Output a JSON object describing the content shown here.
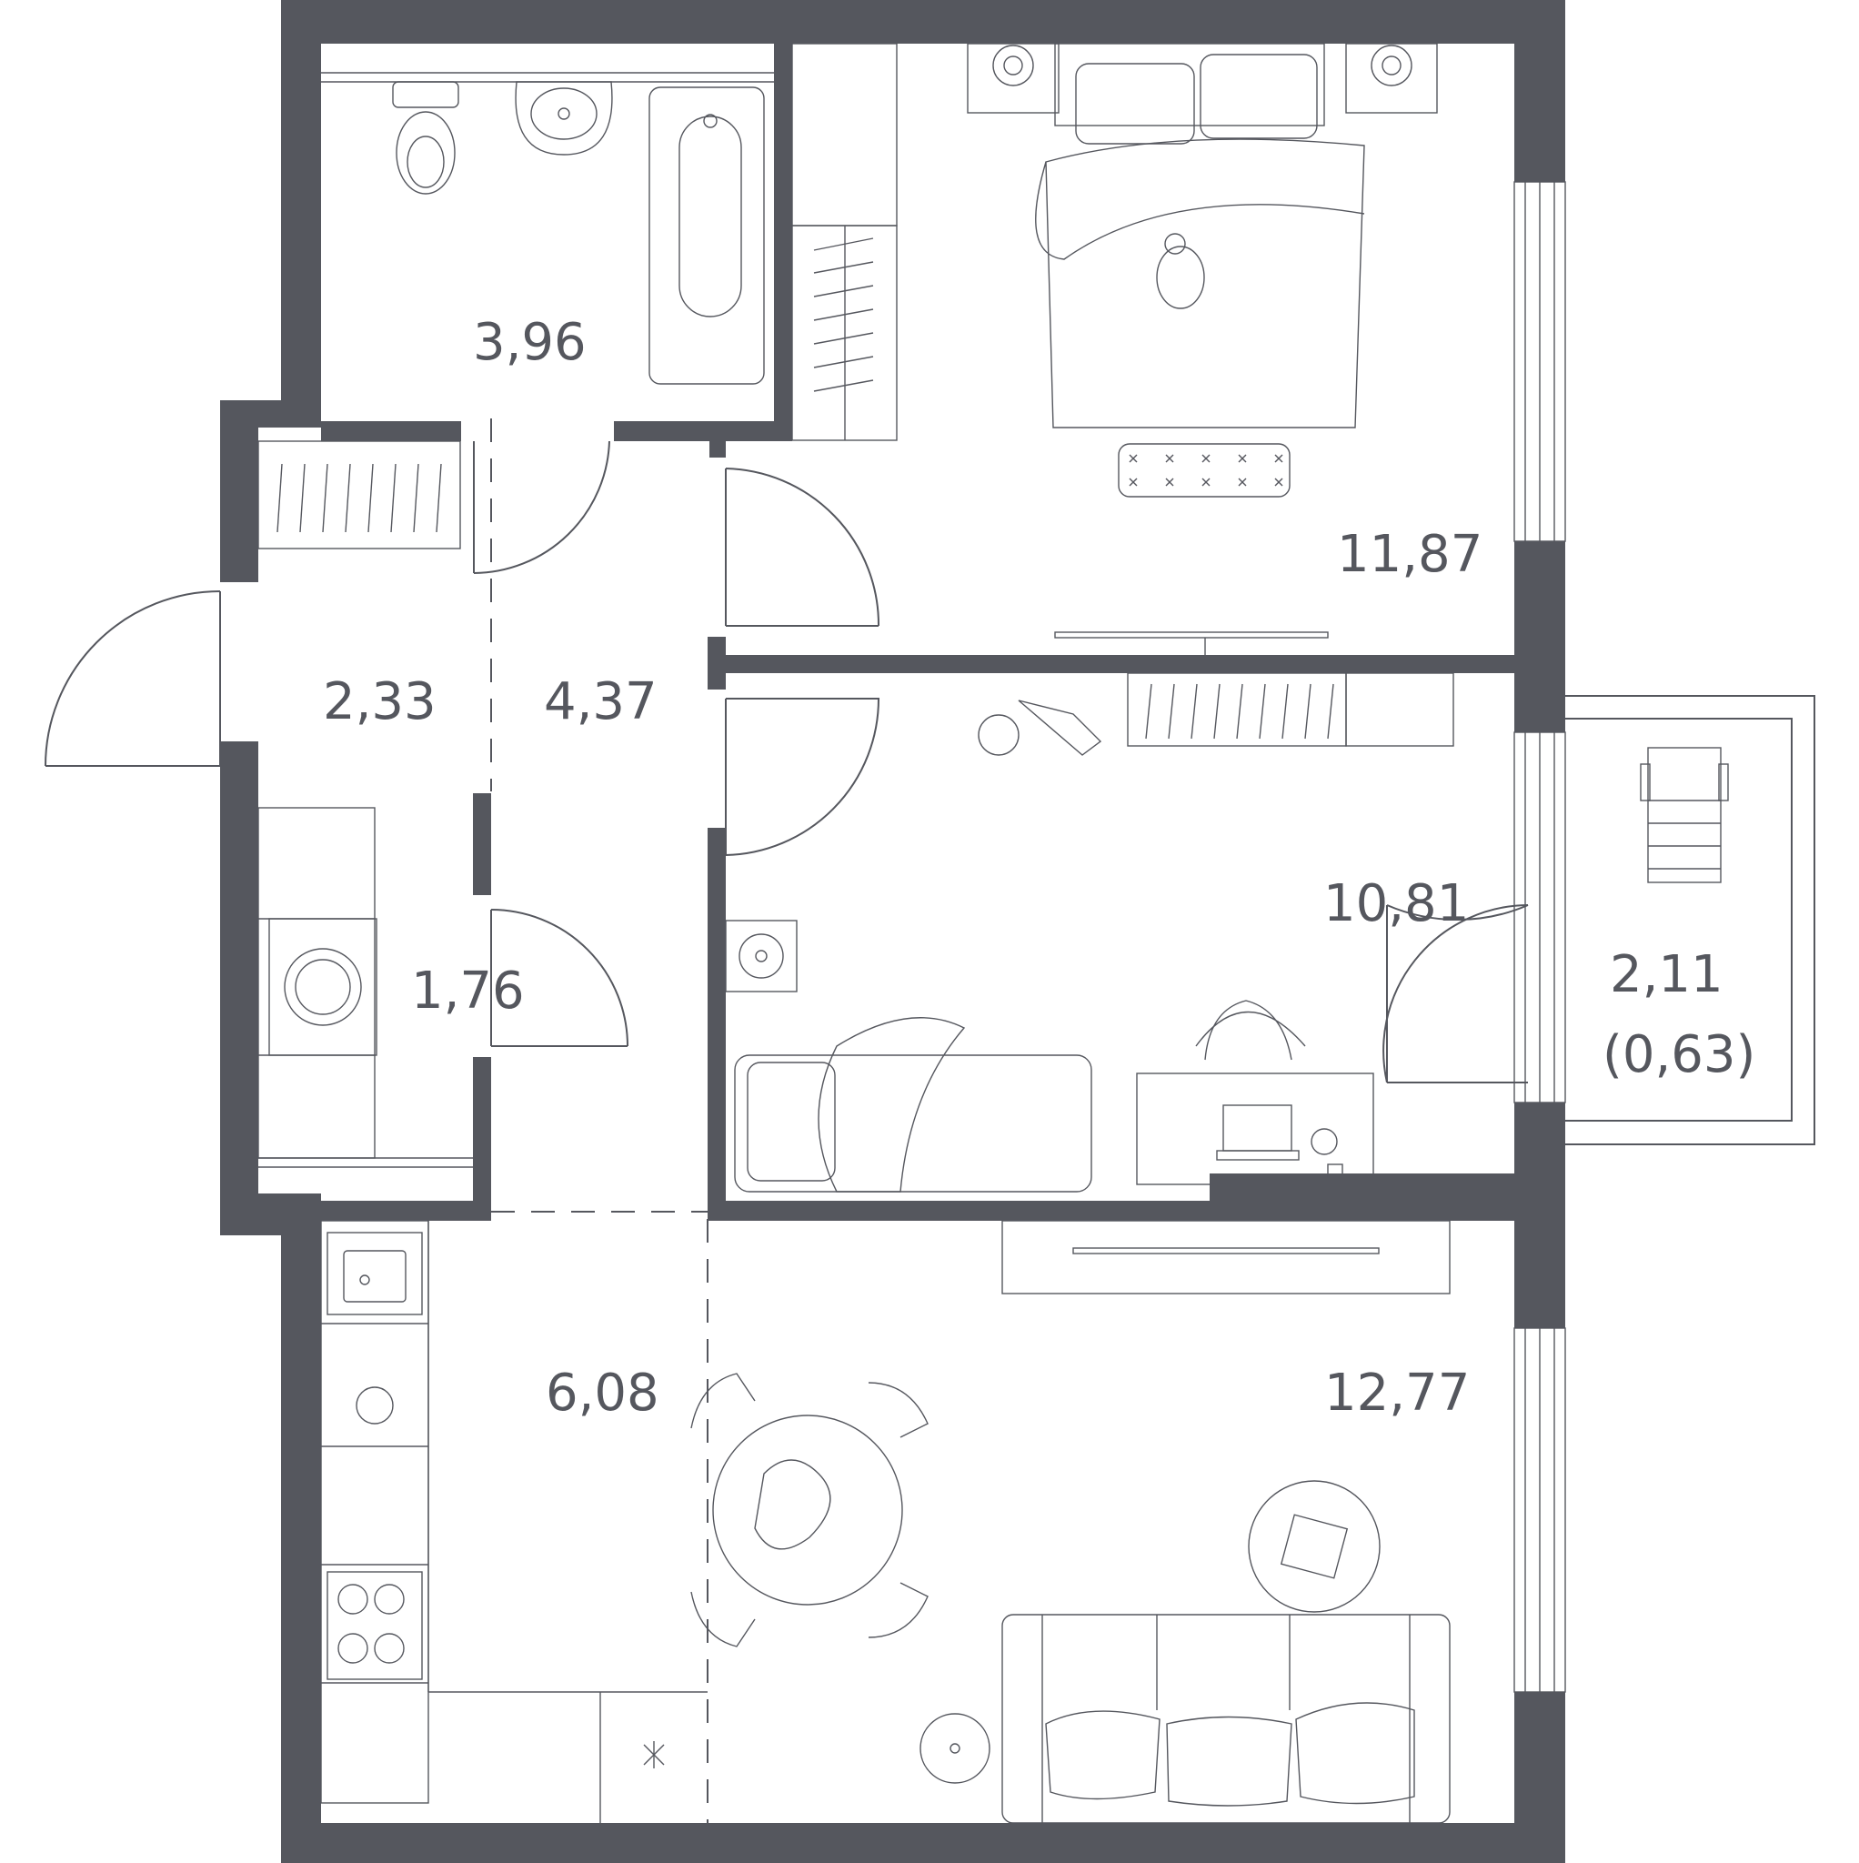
{
  "plan": {
    "wall_color": "#55575e",
    "rooms": [
      {
        "id": "bathroom",
        "area": "3,96"
      },
      {
        "id": "bedroom",
        "area": "11,87"
      },
      {
        "id": "entrance",
        "area": "2,33"
      },
      {
        "id": "hall",
        "area": "4,37"
      },
      {
        "id": "kids-room",
        "area": "10,81"
      },
      {
        "id": "storage",
        "area": "1,76"
      },
      {
        "id": "balcony",
        "area": "2,11",
        "note": "(0,63)"
      },
      {
        "id": "kitchen",
        "area": "6,08"
      },
      {
        "id": "living-room",
        "area": "12,77"
      }
    ]
  }
}
